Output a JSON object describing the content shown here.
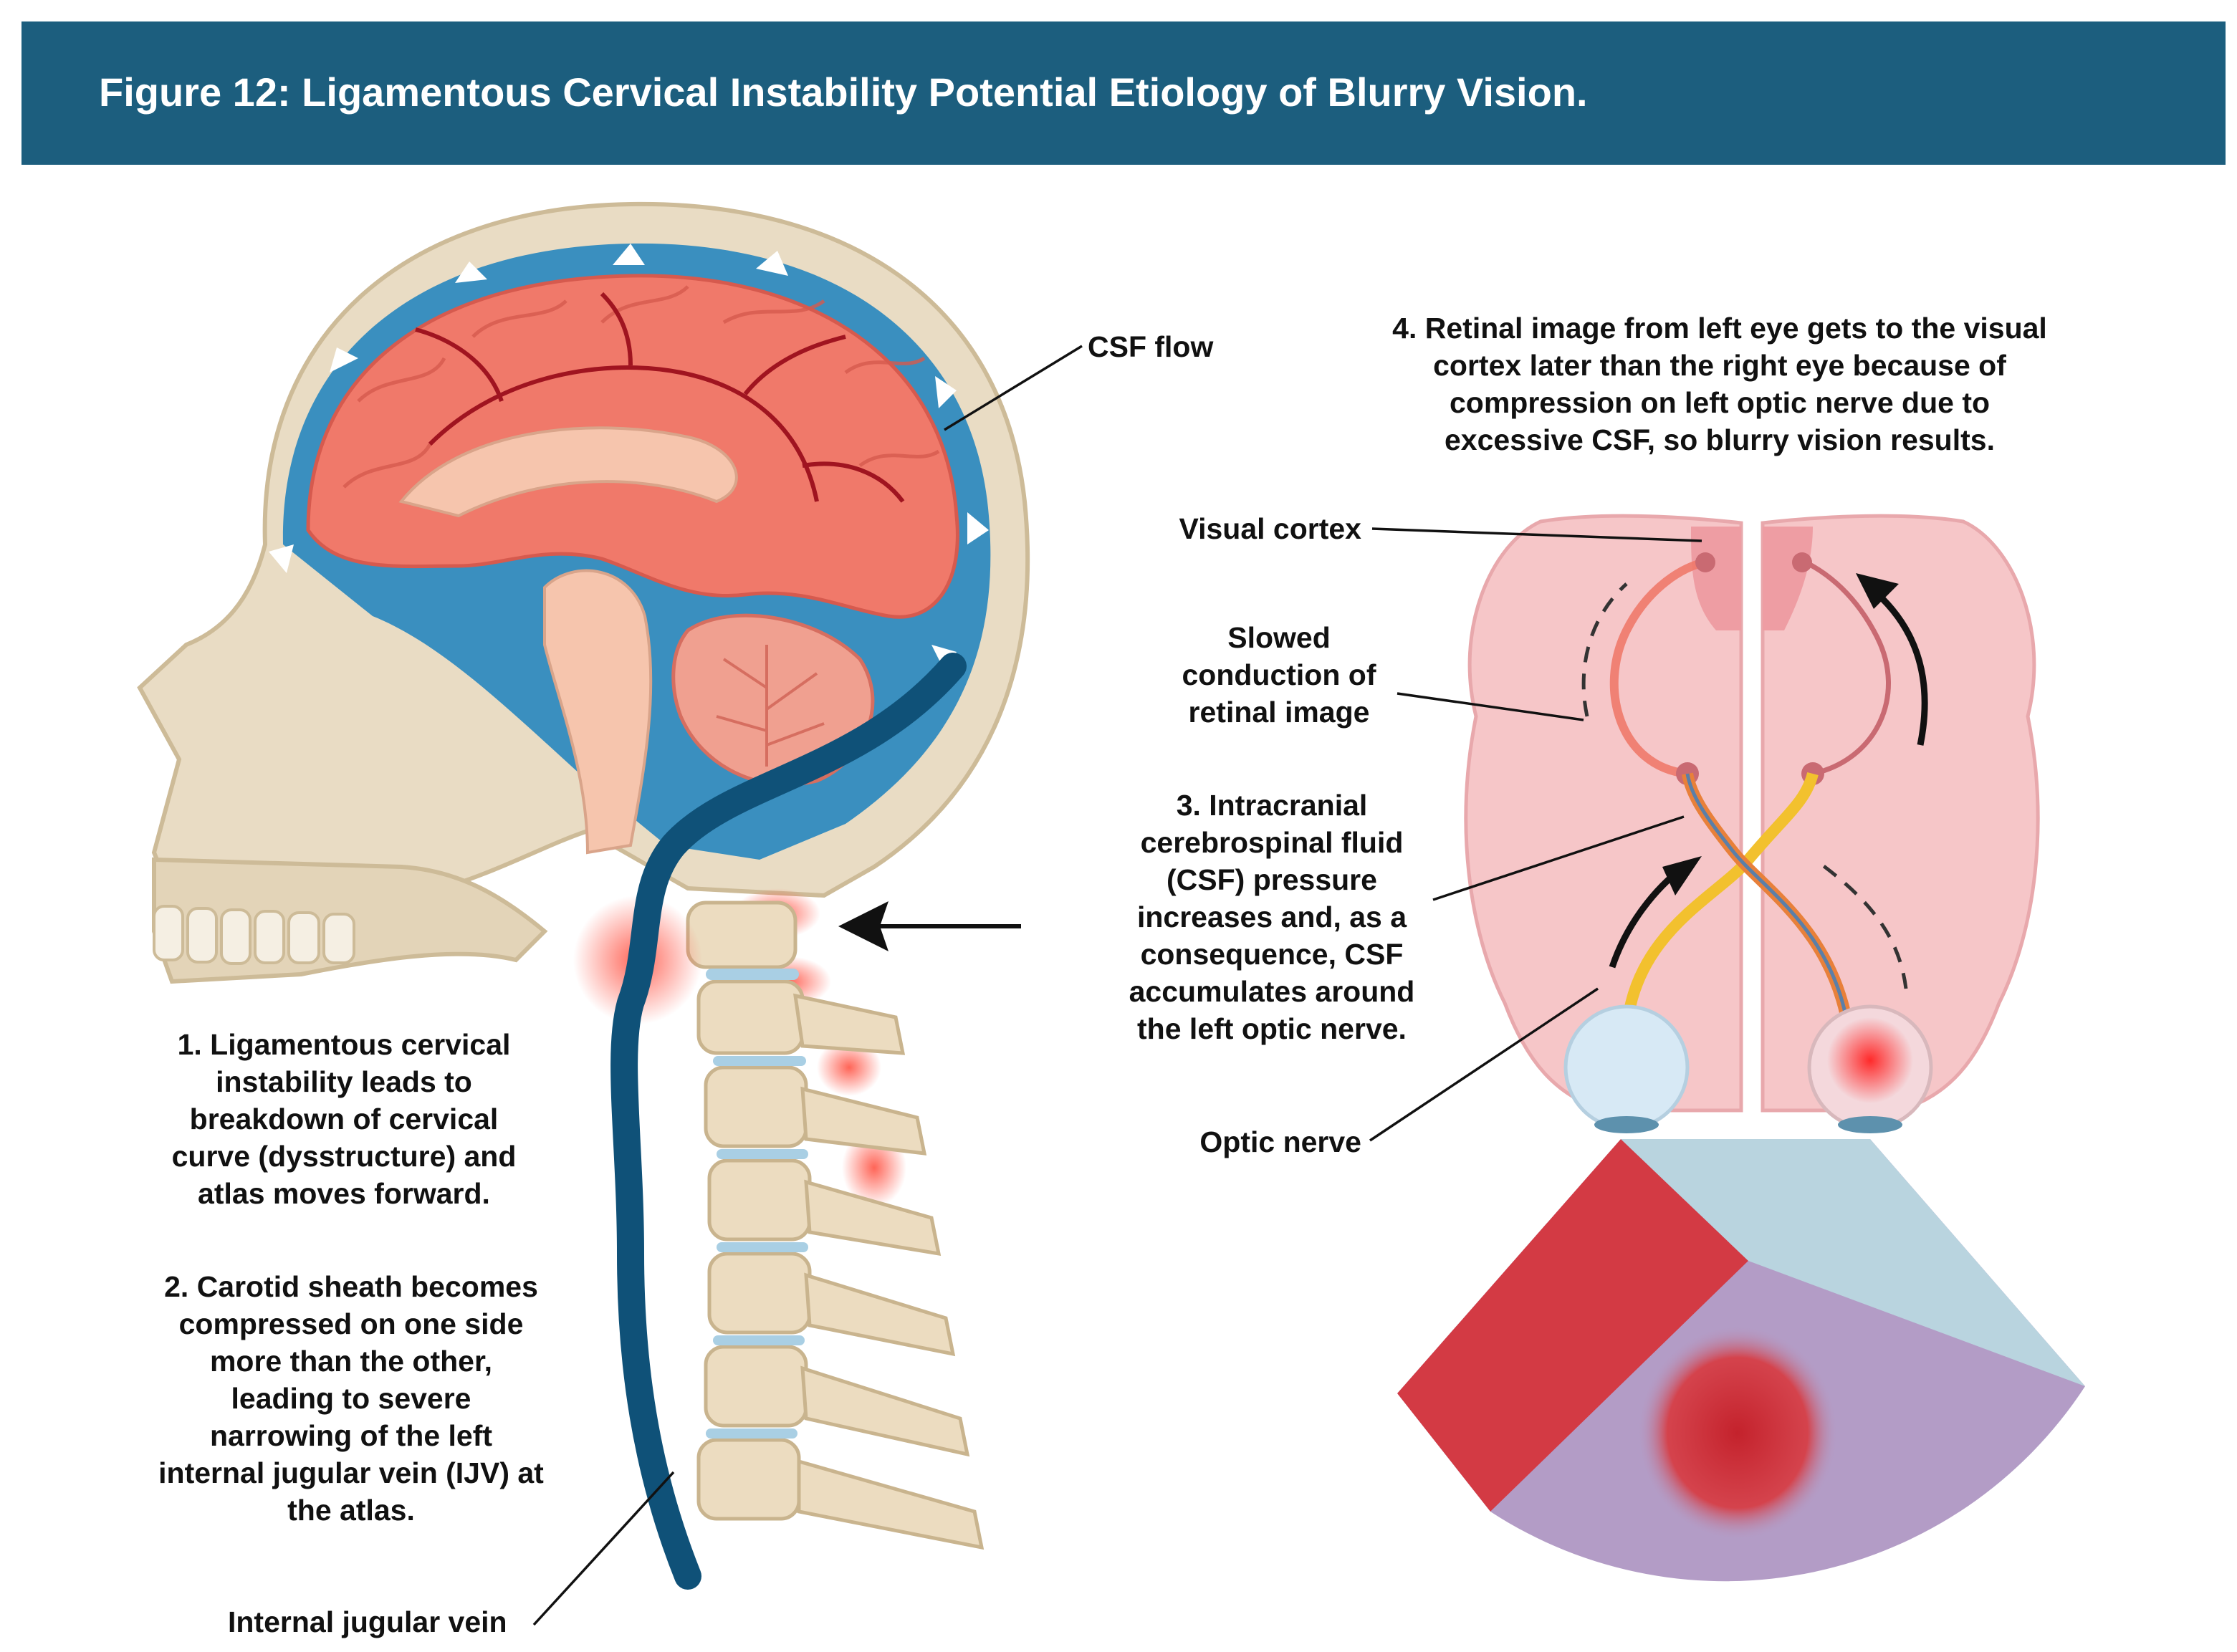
{
  "figure": {
    "title": "Figure 12: Ligamentous Cervical Instability Potential Etiology of Blurry Vision."
  },
  "labels": {
    "csf_flow": "CSF flow",
    "step_4": "4. Retinal image from left eye gets to the visual cortex later than the right eye because of compression on left optic nerve due to excessive CSF, so blurry vision results.",
    "visual_cortex": "Visual cortex",
    "slowed_conduction": "Slowed conduction of retinal image",
    "step_3": "3. Intracranial cerebrospinal fluid (CSF) pressure increases and, as a consequence, CSF accumulates around the left optic nerve.",
    "optic_nerve": "Optic nerve",
    "step_1": "1. Ligamentous cervical instability leads to breakdown of cervical curve (dysstructure) and atlas moves forward.",
    "step_2": "2. Carotid sheath becomes compressed on one side more than the other, leading to severe narrowing of the left internal jugular vein (IJV) at the atlas.",
    "internal_jugular_vein": "Internal jugular vein"
  },
  "colors": {
    "header": "#1c5e7e",
    "brain": "#f0796a",
    "csf": "#3a8fbf",
    "vein": "#0f5178",
    "bone": "#e9dcc4",
    "cortex_pink": "#f6c6c8",
    "left_field": "#d33a44",
    "right_field": "#b9d4df",
    "overlap_field": "#b39cc6"
  }
}
